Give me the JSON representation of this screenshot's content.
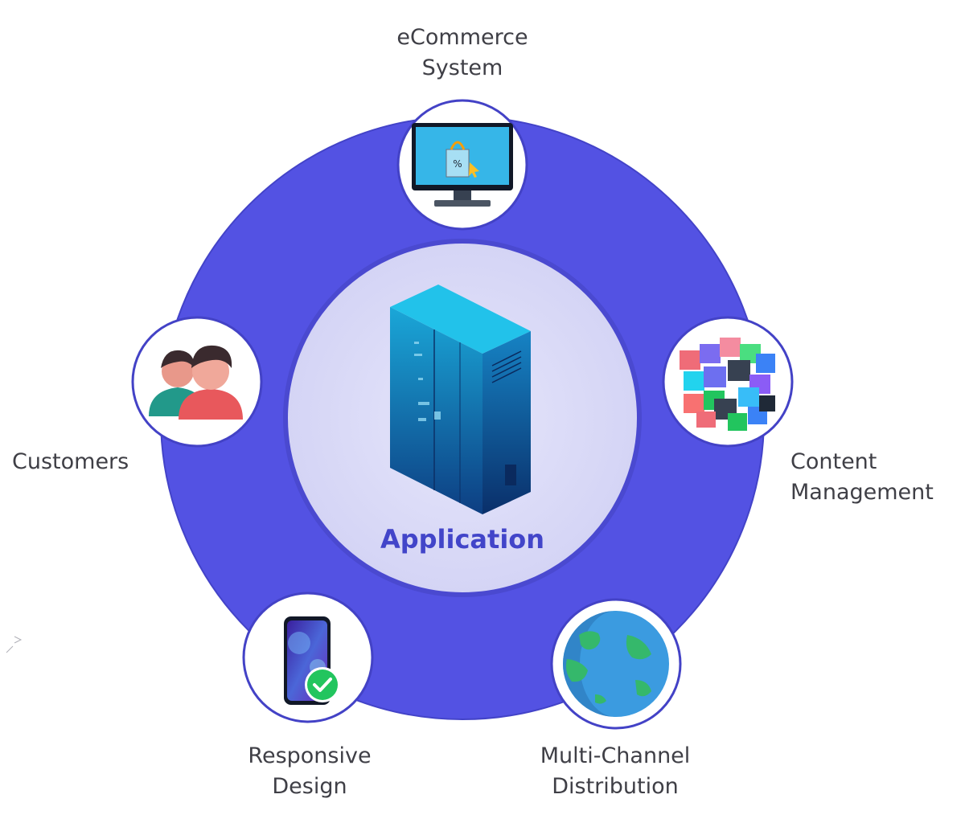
{
  "center": {
    "label": "Application",
    "icon": "server-rack-icon"
  },
  "nodes": [
    {
      "id": "ecommerce",
      "label_lines": [
        "eCommerce",
        "System"
      ],
      "icon": "monitor-shopping-bag-icon"
    },
    {
      "id": "content",
      "label_lines": [
        "Content",
        "Management"
      ],
      "icon": "cube-blocks-icon"
    },
    {
      "id": "distribution",
      "label_lines": [
        "Multi-Channel",
        "Distribution"
      ],
      "icon": "globe-icon"
    },
    {
      "id": "responsive",
      "label_lines": [
        "Responsive",
        "Design"
      ],
      "icon": "smartphone-check-icon"
    },
    {
      "id": "customers",
      "label_lines": [
        "Customers"
      ],
      "icon": "customers-icon"
    }
  ],
  "colors": {
    "ring": "#5352e3",
    "inner_disc": "#d9d9f7",
    "center_text": "#4245c9",
    "label_text": "#3f3f46"
  }
}
